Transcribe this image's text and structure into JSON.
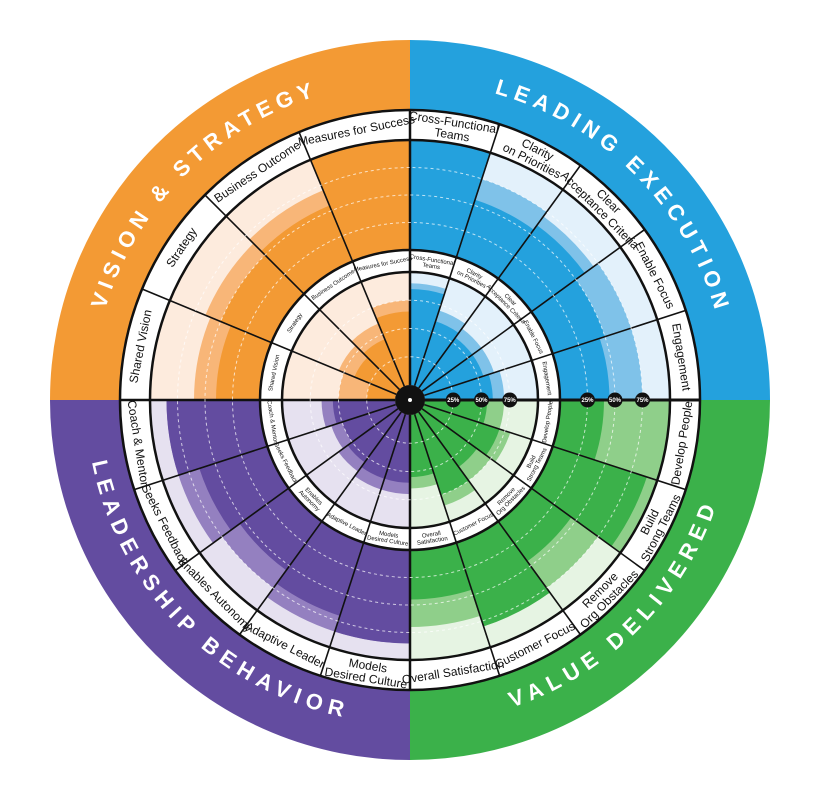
{
  "quadrants": [
    {
      "id": "vs",
      "title": "VISION & STRATEGY",
      "band_color": "#F39A34",
      "main_color": "#F39A34",
      "light_color": "#F8B678",
      "pale_color": "#FDEBDD",
      "items": [
        {
          "outer": [
            "Shared Vision"
          ],
          "inner": [
            "Shared Vision"
          ],
          "outer_level": 0.4,
          "inner_level": 0.25,
          "outer_light": 0.6,
          "inner_light": 0.5
        },
        {
          "outer": [
            "Strategy"
          ],
          "inner": [
            "Strategy"
          ],
          "outer_level": 0.5,
          "inner_level": 0.4,
          "outer_light": 0.65,
          "inner_light": 0.55
        },
        {
          "outer": [
            "Business Outcome"
          ],
          "inner": [
            "Business Outcome"
          ],
          "outer_level": 0.55,
          "inner_level": 0.45,
          "outer_light": 0.7,
          "inner_light": 0.6
        },
        {
          "outer": [
            "Measures for Success"
          ],
          "inner": [
            "Measures for Success"
          ],
          "outer_level": 1.0,
          "inner_level": 0.65,
          "outer_light": 1.0,
          "inner_light": 0.75
        }
      ]
    },
    {
      "id": "le",
      "title": "LEADING EXECUTION",
      "band_color": "#24A1DD",
      "main_color": "#24A1DD",
      "light_color": "#7FC2E9",
      "pale_color": "#E3F1FB",
      "items": [
        {
          "outer": [
            "Cross-Functional",
            "Teams"
          ],
          "inner": [
            "Cross-Functional",
            "Teams"
          ],
          "outer_level": 1.0,
          "inner_level": 0.85,
          "outer_light": 1.0,
          "inner_light": 0.9
        },
        {
          "outer": [
            "Clarity",
            "on Priorities"
          ],
          "inner": [
            "Clarity",
            "on Priorities"
          ],
          "outer_level": 0.55,
          "inner_level": 0.6,
          "outer_light": 0.75,
          "inner_light": 0.7
        },
        {
          "outer": [
            "Clear",
            "Acceptance Criteria"
          ],
          "inner": [
            "Clear",
            "Acceptance Criteria"
          ],
          "outer_level": 0.6,
          "inner_level": 0.55,
          "outer_light": 0.7,
          "inner_light": 0.65
        },
        {
          "outer": [
            "Enable Focus"
          ],
          "inner": [
            "Enable Focus"
          ],
          "outer_level": 0.5,
          "inner_level": 0.55,
          "outer_light": 0.75,
          "inner_light": 0.65
        },
        {
          "outer": [
            "Engagement"
          ],
          "inner": [
            "Engagement"
          ],
          "outer_level": 0.45,
          "inner_level": 0.6,
          "outer_light": 0.75,
          "inner_light": 0.7
        }
      ]
    },
    {
      "id": "vd",
      "title": "VALUE DELIVERED",
      "band_color": "#3BB14A",
      "main_color": "#3BB14A",
      "light_color": "#8FCF8A",
      "pale_color": "#E6F4E3",
      "items": [
        {
          "outer": [
            "Develop People"
          ],
          "inner": [
            "Develop People"
          ],
          "outer_level": 0.4,
          "inner_level": 0.55,
          "outer_light": 1.0,
          "inner_light": 0.7
        },
        {
          "outer": [
            "Build",
            "Strong Teams"
          ],
          "inner": [
            "Build",
            "Strong Teams"
          ],
          "outer_level": 0.9,
          "inner_level": 0.7,
          "outer_light": 1.0,
          "inner_light": 0.8
        },
        {
          "outer": [
            "Remove",
            "Org Obstacles"
          ],
          "inner": [
            "Remove",
            "Org Obstacles"
          ],
          "outer_level": 0.45,
          "inner_level": 0.6,
          "outer_light": 0.75,
          "inner_light": 0.75
        },
        {
          "outer": [
            "Customer Focus"
          ],
          "inner": [
            "Customer Focus"
          ],
          "outer_level": 0.8,
          "inner_level": 0.75,
          "outer_light": 0.8,
          "inner_light": 0.85
        },
        {
          "outer": [
            "Overall Satisfaction"
          ],
          "inner": [
            "Overall",
            "Satisfaction"
          ],
          "outer_level": 0.45,
          "inner_level": 0.55,
          "outer_light": 0.7,
          "inner_light": 0.65
        }
      ]
    },
    {
      "id": "lb",
      "title": "LEADERSHIP BEHAVIOR",
      "band_color": "#634CA0",
      "main_color": "#634CA0",
      "light_color": "#9480C0",
      "pale_color": "#E6E1F0",
      "items": [
        {
          "outer": [
            "Models",
            "Desired Culture"
          ],
          "inner": [
            "Models",
            "Desired Culture"
          ],
          "outer_level": 0.85,
          "inner_level": 0.6,
          "outer_light": 0.85,
          "inner_light": 0.7
        },
        {
          "outer": [
            "Adaptive Leader"
          ],
          "inner": [
            "Adaptive Leader"
          ],
          "outer_level": 0.7,
          "inner_level": 0.6,
          "outer_light": 0.85,
          "inner_light": 0.7
        },
        {
          "outer": [
            "Enables Autonomy"
          ],
          "inner": [
            "Enables",
            "Autonomy"
          ],
          "outer_level": 0.55,
          "inner_level": 0.55,
          "outer_light": 0.75,
          "inner_light": 0.65
        },
        {
          "outer": [
            "Seeks Feedback"
          ],
          "inner": [
            "Seeks Feedback"
          ],
          "outer_level": 0.65,
          "inner_level": 0.5,
          "outer_light": 0.85,
          "inner_light": 0.6
        },
        {
          "outer": [
            "Coach & Mentor"
          ],
          "inner": [
            "Coach & Mentor"
          ],
          "outer_level": 0.85,
          "inner_level": 0.55,
          "outer_light": 0.85,
          "inner_light": 0.65
        }
      ]
    }
  ],
  "scale_markers": {
    "inner": [
      "25%",
      "50%",
      "75%"
    ],
    "outer": [
      "25%",
      "50%",
      "75%"
    ]
  }
}
